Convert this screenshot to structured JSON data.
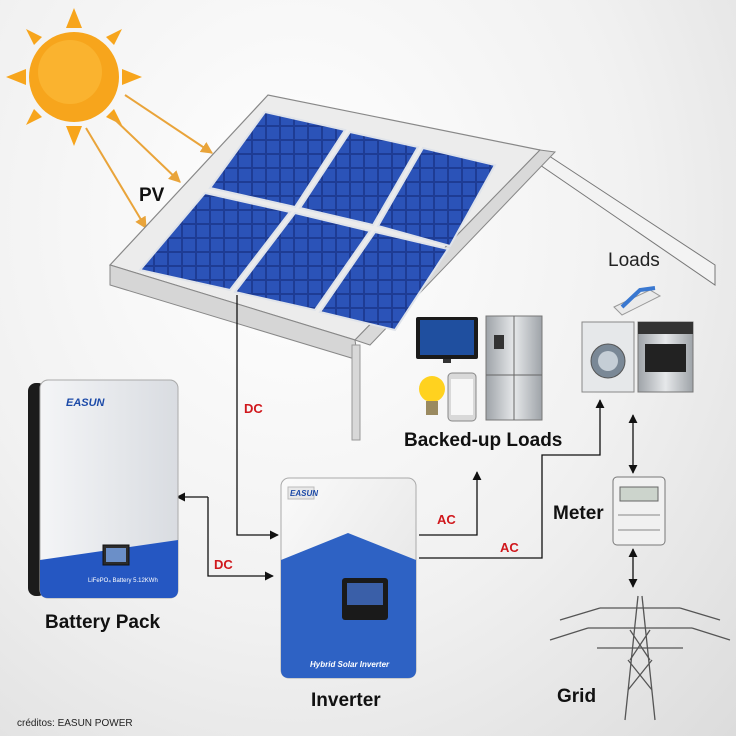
{
  "labels": {
    "pv": "PV",
    "loads": "Loads",
    "backed_up_loads": "Backed-up Loads",
    "meter": "Meter",
    "battery_pack": "Battery Pack",
    "inverter": "Inverter",
    "grid": "Grid",
    "credits": "créditos: EASUN POWER"
  },
  "connections": {
    "dc_pv": "DC",
    "dc_battery": "DC",
    "ac_backed": "AC",
    "ac_loads": "AC"
  },
  "devices": {
    "battery_brand": "EASUN",
    "battery_model": "LiFePO₄ Battery 5.12KWh",
    "inverter_brand": "EASUN",
    "inverter_name": "Hybrid Solar Inverter"
  },
  "icons": [
    "sun-icon",
    "solar-panel-icon",
    "house-icon",
    "tv-icon",
    "fridge-icon",
    "bulb-icon",
    "phone-icon",
    "iron-icon",
    "washing-machine-icon",
    "stove-icon",
    "meter-icon",
    "power-tower-icon",
    "battery-icon",
    "inverter-icon"
  ],
  "colors": {
    "wire_dc": "#d0171c",
    "panel": "#1f3f9a",
    "inverter_blue": "#2e62c4",
    "sun": "#f7a51c",
    "arrow": "#e9a43a"
  }
}
